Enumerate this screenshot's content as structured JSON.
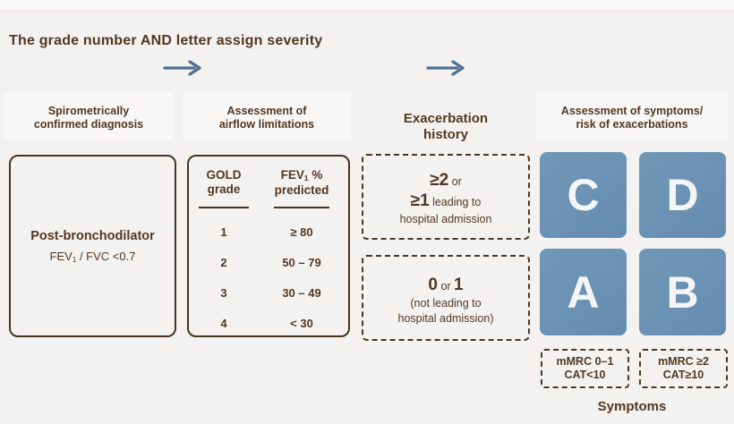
{
  "title": "The grade number AND letter assign severity",
  "colors": {
    "background": "#f3f2f0",
    "text_brown": "#54371f",
    "border_brown": "#49341f",
    "blue_square": "#6a91b3",
    "arrow_blue": "#4d7192",
    "letter_white": "#f3f5f6",
    "header_chip": "#f8f7f5"
  },
  "col1": {
    "header_line1": "Spirometrically",
    "header_line2": "confirmed diagnosis",
    "box_title": "Post-bronchodilator",
    "fev_pre": "FEV",
    "fev_sub": "1",
    "fev_post": " / FVC <0.7"
  },
  "col2": {
    "header_line1": "Assessment of",
    "header_line2": "airflow limitations",
    "table": {
      "grade_header_line1": "GOLD",
      "grade_header_line2": "grade",
      "fev_header_pre": "FEV",
      "fev_header_sub": "1",
      "fev_header_post": " %",
      "fev_header_line2": "predicted",
      "rows": [
        {
          "grade": "1",
          "fev": "≥ 80"
        },
        {
          "grade": "2",
          "fev": "50 – 79"
        },
        {
          "grade": "3",
          "fev": "30 – 49"
        },
        {
          "grade": "4",
          "fev": "< 30"
        }
      ]
    }
  },
  "col3": {
    "header_line1": "Exacerbation",
    "header_line2": "history",
    "box_top": {
      "big1": "≥2",
      "small1": " or",
      "big2": "≥1",
      "small2": " leading to",
      "line3": "hospital admission"
    },
    "box_bottom": {
      "big1": "0",
      "small1": " or ",
      "big2": "1",
      "line2": "(not leading to",
      "line3": "hospital admission)"
    }
  },
  "col4": {
    "header_line1": "Assessment of symptoms/",
    "header_line2": "risk of exacerbations",
    "squares": [
      {
        "label": "C"
      },
      {
        "label": "D"
      },
      {
        "label": "A"
      },
      {
        "label": "B"
      }
    ],
    "symptom_boxes": [
      {
        "line1": "mMRC 0–1",
        "line2": "CAT<10"
      },
      {
        "line1": "mMRC ≥2",
        "line2": "CAT≥10"
      }
    ],
    "symptoms_label": "Symptoms"
  }
}
